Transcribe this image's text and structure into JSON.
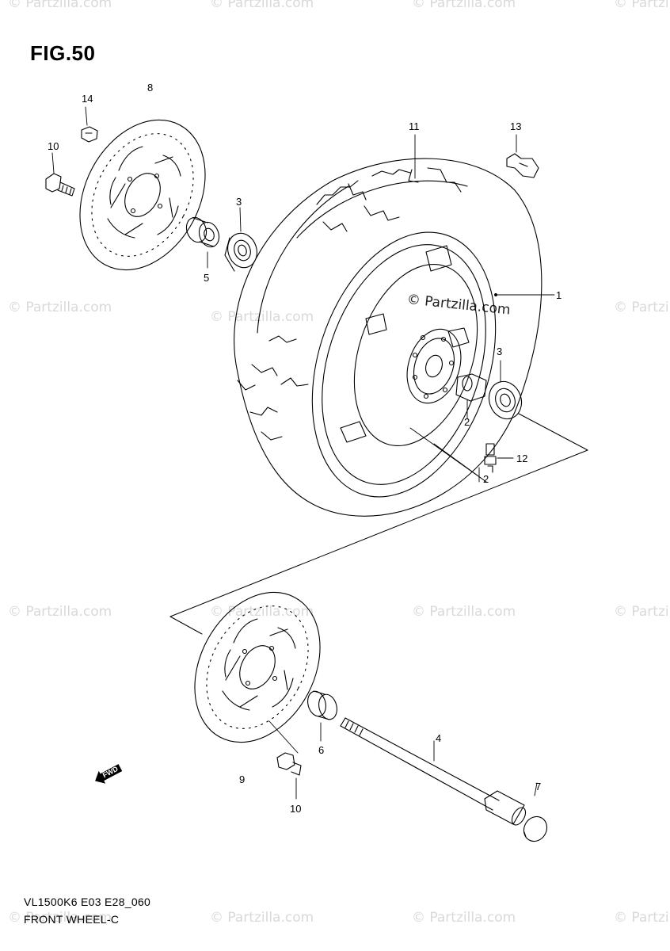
{
  "figure": {
    "title": "FIG.50",
    "footer_code": "VL1500K6 E03 E28_060",
    "footer_name": "FRONT WHEEL-C"
  },
  "watermark": {
    "text": "© Partzilla.com",
    "center_text": "© Partzilla.com"
  },
  "callouts": {
    "c1": "1",
    "c2a": "2",
    "c2b": "2",
    "c3a": "3",
    "c3b": "3",
    "c4": "4",
    "c5": "5",
    "c6": "6",
    "c7": "7",
    "c8": "8",
    "c9": "9",
    "c10a": "10",
    "c10b": "10",
    "c11": "11",
    "c12": "12",
    "c13": "13",
    "c14": "14"
  },
  "fwd_badge": "FWD"
}
